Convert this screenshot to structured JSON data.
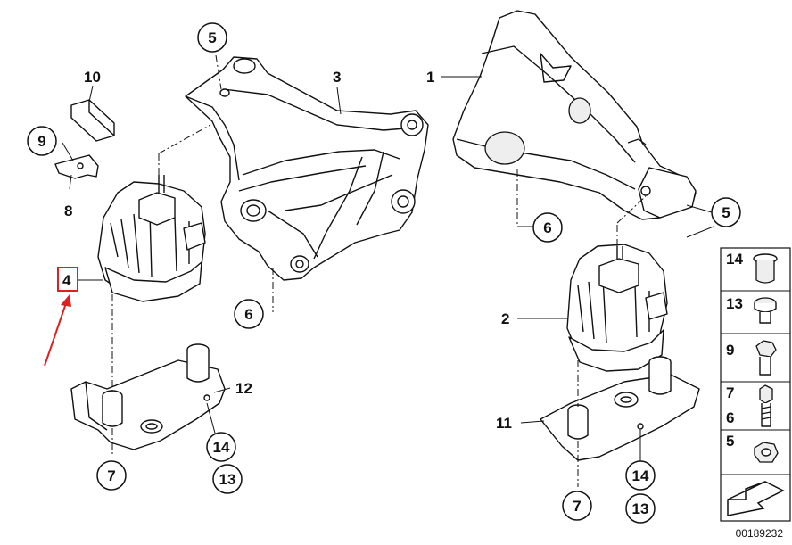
{
  "callouts": {
    "c1": "1",
    "c2": "2",
    "c3": "3",
    "c4": "4",
    "c5_top": "5",
    "c5_right": "5",
    "c6_left": "6",
    "c6_right": "6",
    "c7_left": "7",
    "c7_right": "7",
    "c8": "8",
    "c9": "9",
    "c10": "10",
    "c11": "11",
    "c12": "12",
    "c13_left": "13",
    "c13_right": "13",
    "c14_left": "14",
    "c14_right": "14"
  },
  "legend": {
    "items": [
      "14",
      "13",
      "9",
      "7",
      "6",
      "5"
    ]
  },
  "highlight_color": "#e02020",
  "document_number": "00189232"
}
